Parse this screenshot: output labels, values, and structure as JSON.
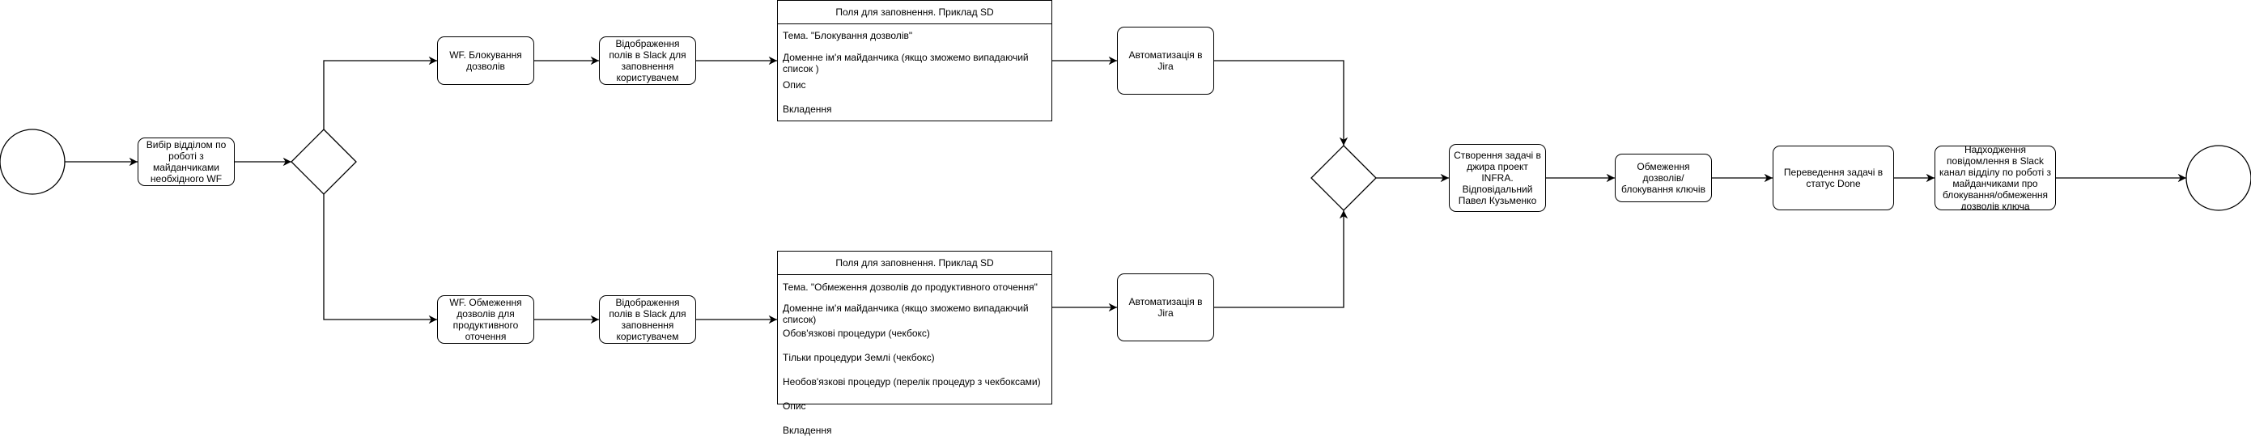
{
  "nodes": {
    "select_wf": "Вибір відділом по роботі з майданчиками необхідного WF",
    "wf_block": "WF. Блокування дозволів",
    "wf_restrict": "WF. Обмеження дозволів для продуктивного оточення",
    "slack_top": "Відображення полів в Slack для заповнення користувачем",
    "slack_bottom": "Відображення полів в Slack для заповнення користувачем",
    "jira_top": "Автоматизація в Jira",
    "jira_bottom": "Автоматизація в Jira",
    "create_task": "Створення задачі в джира проект INFRA. Відповідальний Павел Кузьменко",
    "restrict_keys": "Обмеження дозволів/блокування ключів",
    "status_done": "Переведення задачі в статус Done",
    "slack_notify": "Надходження повідомлення в Slack канал  відділу по роботі з майданчиками про блокування/обмеження дозволів ключа"
  },
  "card_top": {
    "title": "Поля для заповнення. Приклад SD",
    "rows": [
      "Тема. \"Блокування дозволів\"",
      "Доменне ім'я майданчика (якщо зможемо випадаючий список )",
      "Опис",
      "Вкладення"
    ]
  },
  "card_bottom": {
    "title": "Поля для заповнення. Приклад SD",
    "rows": [
      "Тема. \"Обмеження дозволів до продуктивного оточення\"",
      "Доменне ім'я майданчика (якщо зможемо випадаючий список)",
      "Обов'язкові процедури (чекбокс)",
      "Тільки процедури Землі (чекбокс)",
      "Необов'язкові процедур (перелік процедур з чекбоксами)",
      "Опис",
      "Вкладення"
    ]
  }
}
